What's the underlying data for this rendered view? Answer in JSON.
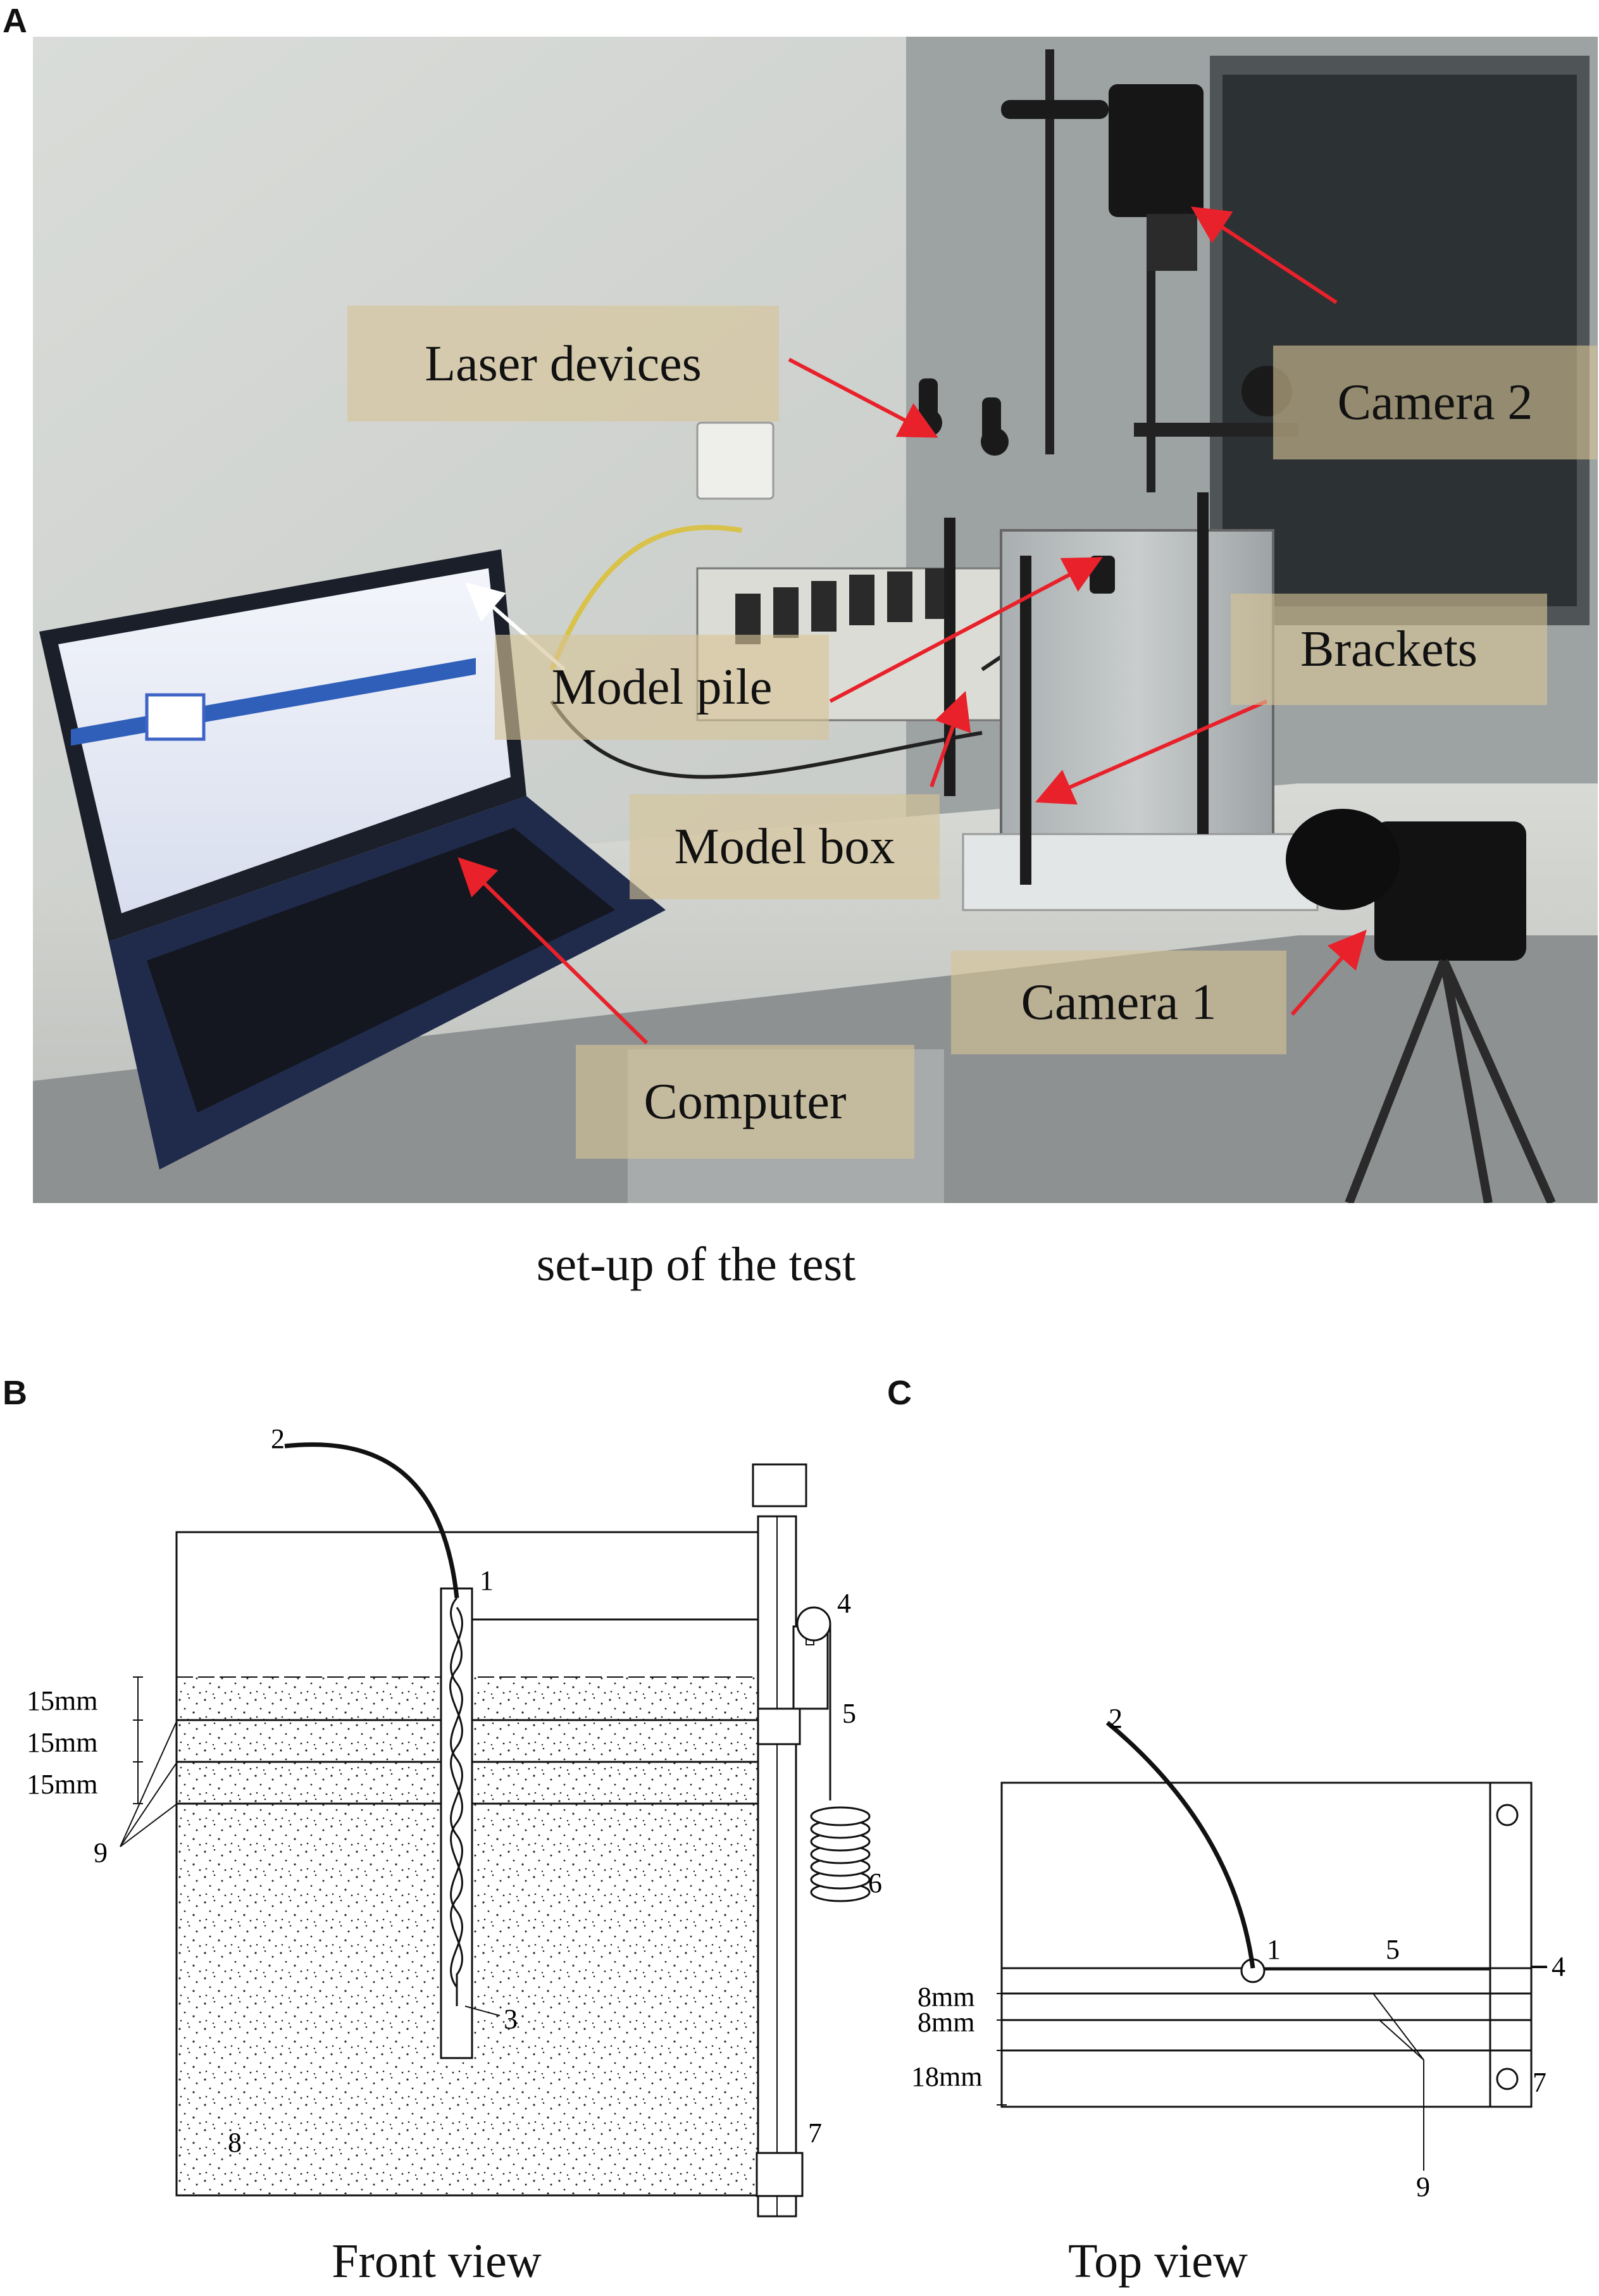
{
  "panel_a": {
    "letter": "A",
    "caption": "set-up of the test",
    "callouts": {
      "laser_devices": "Laser devices",
      "camera_2": "Camera 2",
      "model_pile": "Model pile",
      "brackets": "Brackets",
      "model_box": "Model box",
      "camera_1": "Camera 1",
      "computer": "Computer"
    },
    "colors": {
      "arrow": "#e8212a",
      "callout_bg": "#d7c496"
    }
  },
  "panel_b": {
    "letter": "B",
    "caption": "Front view",
    "layer_labels": [
      "15mm",
      "15mm",
      "15mm"
    ],
    "numbers": {
      "n1": "1",
      "n2": "2",
      "n3": "3",
      "n4": "4",
      "n5": "5",
      "n6": "6",
      "n7": "7",
      "n8": "8",
      "n9": "9"
    }
  },
  "panel_c": {
    "letter": "C",
    "caption": "Top view",
    "spacing_labels": [
      "8mm",
      "8mm",
      "18mm"
    ],
    "numbers": {
      "n1": "1",
      "n2": "2",
      "n4": "4",
      "n5": "5",
      "n7": "7",
      "n9": "9"
    }
  }
}
